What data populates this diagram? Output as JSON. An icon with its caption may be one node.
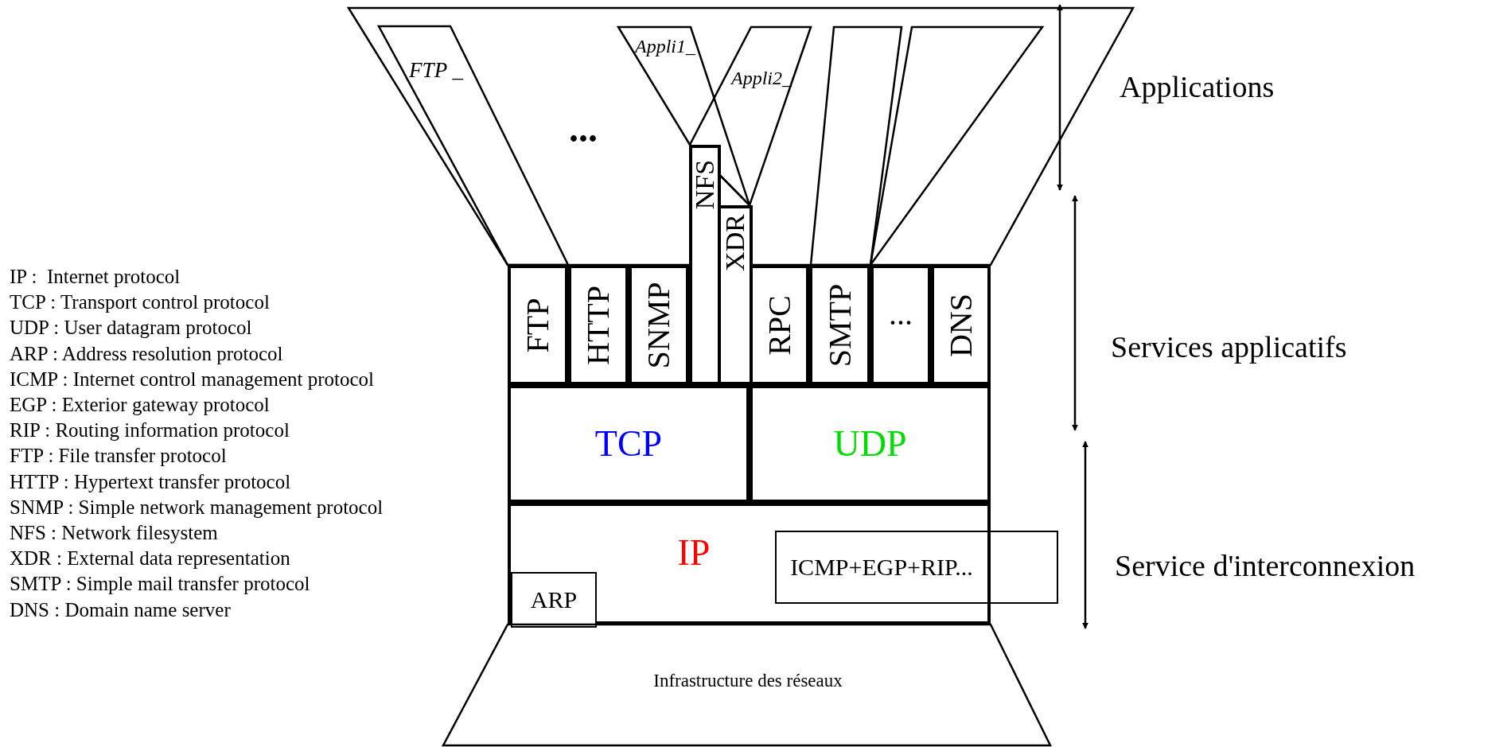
{
  "diagram": {
    "nodes": [
      {
        "text": [
          "..."
        ]
      },
      {
        "text": [
          "FTP _"
        ],
        "in": 0
      },
      {
        "text": [
          "Appli1_"
        ],
        "in": 0
      },
      {
        "text": [
          "Appli2_"
        ],
        "in": 0
      },
      {
        "text": [],
        "shape": "trapezoid",
        "in": 0
      },
      {
        "text": [],
        "shape": "triangle",
        "in": 0
      },
      {
        "text": [
          "FTP"
        ]
      },
      {
        "text": [
          "HTTP"
        ]
      },
      {
        "text": [
          "SNMP"
        ]
      },
      {
        "text": [
          "NFS"
        ]
      },
      {
        "text": [
          "XDR"
        ]
      },
      {
        "text": [
          "RPC"
        ]
      },
      {
        "text": [
          "SMTP"
        ]
      },
      {
        "text": [
          "..."
        ]
      },
      {
        "text": [
          "DNS"
        ]
      },
      {
        "text": [
          "TCP"
        ]
      },
      {
        "text": [
          "UDP"
        ]
      },
      {
        "text": [
          "IP"
        ]
      },
      {
        "text": [
          "ARP"
        ],
        "in": 17
      },
      {
        "text": [
          "ICMP+EGP+RIP..."
        ]
      },
      {
        "text": [
          "Infrastructure des réseaux"
        ]
      }
    ],
    "labels": [
      "Applications",
      "Services applicatifs",
      "Service d'interconnexion",
      "IP :  Internet protocol",
      "TCP : Transport control protocol",
      "UDP : User datagram protocol",
      "ARP : Address resolution protocol",
      "ICMP : Internet control management protocol",
      "EGP : Exterior gateway protocol",
      "RIP : Routing information protocol",
      "FTP : File transfer protocol",
      "HTTP : Hypertext transfer protocol",
      "SNMP : Simple network management protocol",
      "NFS : Network filesystem",
      "XDR : External data representation",
      "SMTP : Simple mail transfer protocol",
      "DNS : Domain name server"
    ]
  }
}
